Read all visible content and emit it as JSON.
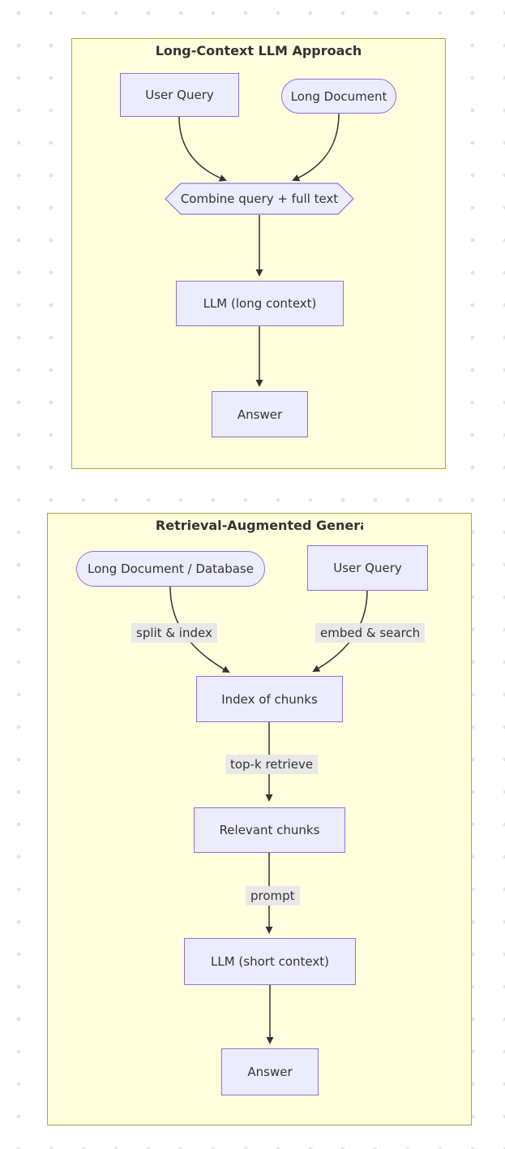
{
  "colors": {
    "node_fill": "#ECECFF",
    "node_border": "#9370DB",
    "subgraph_fill": "#ffffde",
    "subgraph_border": "#aaaa33",
    "edge_label_bg": "#e8e8e8",
    "text": "#333333",
    "arrow": "#333333",
    "dot_color": "#e2e2e2"
  },
  "subgraphs": [
    {
      "title": "Long-Context LLM Approach",
      "nodes": [
        {
          "label": "User Query",
          "shape": "rectangle"
        },
        {
          "label": "Long Document",
          "shape": "stadium"
        },
        {
          "label": "Combine query + full text",
          "shape": "hexagon"
        },
        {
          "label": "LLM (long context)",
          "shape": "rectangle"
        },
        {
          "label": "Answer",
          "shape": "rectangle"
        }
      ],
      "edges": [
        {
          "from": "User Query",
          "to": "Combine query + full text",
          "label": ""
        },
        {
          "from": "Long Document",
          "to": "Combine query + full text",
          "label": ""
        },
        {
          "from": "Combine query + full text",
          "to": "LLM (long context)",
          "label": ""
        },
        {
          "from": "LLM (long context)",
          "to": "Answer",
          "label": ""
        }
      ]
    },
    {
      "title": "Retrieval-Augmented Gener",
      "title_clipped_char": "a",
      "nodes": [
        {
          "label": "Long Document / Database",
          "shape": "stadium"
        },
        {
          "label": "User Query",
          "shape": "rectangle"
        },
        {
          "label": "Index of chunks",
          "shape": "rectangle"
        },
        {
          "label": "Relevant chunks",
          "shape": "rectangle"
        },
        {
          "label": "LLM (short context)",
          "shape": "rectangle"
        },
        {
          "label": "Answer",
          "shape": "rectangle"
        }
      ],
      "edges": [
        {
          "from": "Long Document / Database",
          "to": "Index of chunks",
          "label": "split & index"
        },
        {
          "from": "User Query",
          "to": "Index of chunks",
          "label": "embed & search"
        },
        {
          "from": "Index of chunks",
          "to": "Relevant chunks",
          "label": "top-k retrieve"
        },
        {
          "from": "Relevant chunks",
          "to": "LLM (short context)",
          "label": "prompt"
        },
        {
          "from": "LLM (short context)",
          "to": "Answer",
          "label": ""
        }
      ]
    }
  ]
}
